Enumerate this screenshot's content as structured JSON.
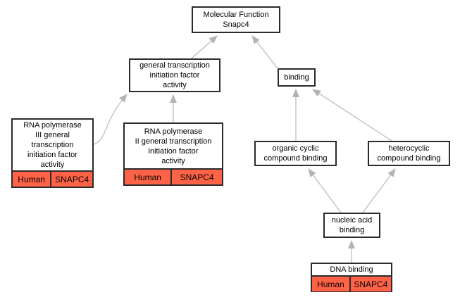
{
  "colors": {
    "background": "#ffffff",
    "node_border": "#2b2b2b",
    "tag_fill": "#ff6347",
    "edge_line": "#c9c9c9",
    "edge_arrow": "#b3b3b3"
  },
  "nodes": {
    "molecular_function": {
      "label": "Molecular Function\nSnapc4"
    },
    "general_transcription": {
      "label": "general transcription\ninitiation factor\nactivity"
    },
    "binding": {
      "label": "binding"
    },
    "rna_pol_iii": {
      "label": "RNA polymerase\nIII general\ntranscription\ninitiation factor\nactivity",
      "tags": [
        "Human",
        "SNAPC4"
      ]
    },
    "rna_pol_ii": {
      "label": "RNA polymerase\nII general transcription\ninitiation factor\nactivity",
      "tags": [
        "Human",
        "SNAPC4"
      ]
    },
    "organic_cyclic": {
      "label": "organic cyclic\ncompound binding"
    },
    "heterocyclic": {
      "label": "heterocyclic\ncompound binding"
    },
    "nucleic_acid": {
      "label": "nucleic acid\nbinding"
    },
    "dna_binding": {
      "label": "DNA binding",
      "tags": [
        "Human",
        "SNAPC4"
      ]
    }
  },
  "edges": [
    {
      "from": "general_transcription",
      "to": "molecular_function"
    },
    {
      "from": "binding",
      "to": "molecular_function"
    },
    {
      "from": "rna_pol_iii",
      "to": "general_transcription"
    },
    {
      "from": "rna_pol_ii",
      "to": "general_transcription"
    },
    {
      "from": "organic_cyclic",
      "to": "binding"
    },
    {
      "from": "heterocyclic",
      "to": "binding"
    },
    {
      "from": "nucleic_acid",
      "to": "organic_cyclic"
    },
    {
      "from": "nucleic_acid",
      "to": "heterocyclic"
    },
    {
      "from": "dna_binding",
      "to": "nucleic_acid"
    }
  ]
}
